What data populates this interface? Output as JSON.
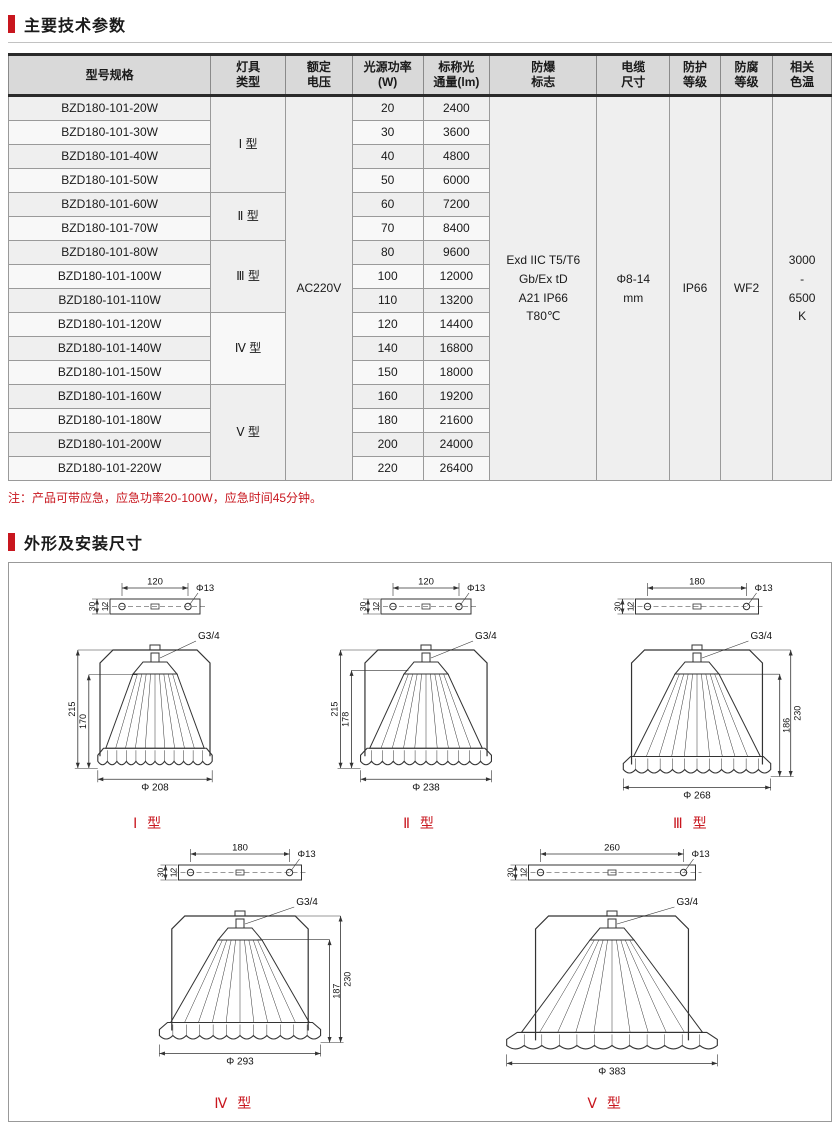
{
  "accent_color": "#c8161e",
  "section1": {
    "title": "主要技术参数"
  },
  "section2": {
    "title": "外形及安装尺寸"
  },
  "note": "注：产品可带应急，应急功率20-100W，应急时间45分钟。",
  "table": {
    "headers": [
      "型号规格",
      "灯具\n类型",
      "额定\n电压",
      "光源功率\n(W)",
      "标称光\n通量(lm)",
      "防爆\n标志",
      "电缆\n尺寸",
      "防护\n等级",
      "防腐\n等级",
      "相关\n色温"
    ],
    "groups": [
      {
        "label": "Ⅰ 型",
        "span": 4
      },
      {
        "label": "Ⅱ 型",
        "span": 2
      },
      {
        "label": "Ⅲ 型",
        "span": 3
      },
      {
        "label": "Ⅳ 型",
        "span": 3
      },
      {
        "label": "Ⅴ 型",
        "span": 4
      }
    ],
    "rows": [
      {
        "model": "BZD180-101-20W",
        "power": "20",
        "flux": "2400"
      },
      {
        "model": "BZD180-101-30W",
        "power": "30",
        "flux": "3600"
      },
      {
        "model": "BZD180-101-40W",
        "power": "40",
        "flux": "4800"
      },
      {
        "model": "BZD180-101-50W",
        "power": "50",
        "flux": "6000"
      },
      {
        "model": "BZD180-101-60W",
        "power": "60",
        "flux": "7200"
      },
      {
        "model": "BZD180-101-70W",
        "power": "70",
        "flux": "8400"
      },
      {
        "model": "BZD180-101-80W",
        "power": "80",
        "flux": "9600"
      },
      {
        "model": "BZD180-101-100W",
        "power": "100",
        "flux": "12000"
      },
      {
        "model": "BZD180-101-110W",
        "power": "110",
        "flux": "13200"
      },
      {
        "model": "BZD180-101-120W",
        "power": "120",
        "flux": "14400"
      },
      {
        "model": "BZD180-101-140W",
        "power": "140",
        "flux": "16800"
      },
      {
        "model": "BZD180-101-150W",
        "power": "150",
        "flux": "18000"
      },
      {
        "model": "BZD180-101-160W",
        "power": "160",
        "flux": "19200"
      },
      {
        "model": "BZD180-101-180W",
        "power": "180",
        "flux": "21600"
      },
      {
        "model": "BZD180-101-200W",
        "power": "200",
        "flux": "24000"
      },
      {
        "model": "BZD180-101-220W",
        "power": "220",
        "flux": "26400"
      }
    ],
    "merged": {
      "voltage": "AC220V",
      "ex_mark": "Exd IIC T5/T6\nGb/Ex tD\nA21 IP66\nT80℃",
      "cable": "Φ8-14\nmm",
      "ip": "IP66",
      "anticorrosion": "WF2",
      "cct": "3000\n-\n6500\nK"
    }
  },
  "drawings": [
    {
      "type_label": "Ⅰ 型",
      "bracket_len": "120",
      "bracket_len_mm": 120,
      "hole": "Φ13",
      "bar_h": "30",
      "slot": "12",
      "thread": "G3/4",
      "outer": "215",
      "inner": "170",
      "disc": "Φ 208",
      "height_mm": 215,
      "inner_mm": 170,
      "frame_w_mm": 200,
      "disc_mm": 208,
      "side": "left"
    },
    {
      "type_label": "Ⅱ 型",
      "bracket_len": "120",
      "bracket_len_mm": 120,
      "hole": "Φ13",
      "bar_h": "30",
      "slot": "12",
      "thread": "G3/4",
      "outer": "215",
      "inner": "178",
      "disc": "Φ 238",
      "height_mm": 215,
      "inner_mm": 178,
      "frame_w_mm": 222,
      "disc_mm": 238,
      "side": "left"
    },
    {
      "type_label": "Ⅲ 型",
      "bracket_len": "180",
      "bracket_len_mm": 180,
      "hole": "Φ13",
      "bar_h": "30",
      "slot": "12",
      "thread": "G3/4",
      "outer": "230",
      "inner": "186",
      "disc": "Φ 268",
      "height_mm": 230,
      "inner_mm": 186,
      "frame_w_mm": 238,
      "disc_mm": 268,
      "side": "right"
    },
    {
      "type_label": "Ⅳ 型",
      "bracket_len": "180",
      "bracket_len_mm": 180,
      "hole": "Φ13",
      "bar_h": "30",
      "slot": "12",
      "thread": "G3/4",
      "outer": "230",
      "inner": "187",
      "disc": "Φ 293",
      "height_mm": 230,
      "inner_mm": 187,
      "frame_w_mm": 248,
      "disc_mm": 293,
      "side": "right"
    },
    {
      "type_label": "Ⅴ 型",
      "bracket_len": "260",
      "bracket_len_mm": 260,
      "hole": "Φ13",
      "bar_h": "30",
      "slot": "12",
      "thread": "G3/4",
      "outer": null,
      "inner": null,
      "disc": "Φ 383",
      "height_mm": 248,
      "inner_mm": null,
      "frame_w_mm": 278,
      "disc_mm": 383,
      "side": null
    }
  ]
}
